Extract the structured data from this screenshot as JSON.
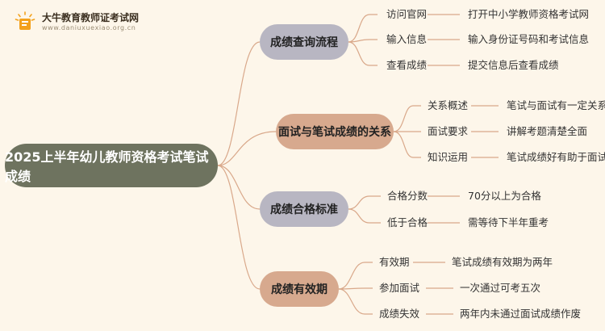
{
  "logo": {
    "name": "大牛教育教师证考试网",
    "url": "www.daniuxuexiao.org.cn"
  },
  "root": "2025上半年幼儿教师资格考试笔试成绩",
  "branches": [
    {
      "label": "成绩查询流程",
      "items": [
        {
          "key": "访问官网",
          "value": "打开中小学教师资格考试网"
        },
        {
          "key": "输入信息",
          "value": "输入身份证号码和考试信息"
        },
        {
          "key": "查看成绩",
          "value": "提交信息后查看成绩"
        }
      ]
    },
    {
      "label": "面试与笔试成绩的关系",
      "items": [
        {
          "key": "关系概述",
          "value": "笔试与面试有一定关系"
        },
        {
          "key": "面试要求",
          "value": "讲解考题清楚全面"
        },
        {
          "key": "知识运用",
          "value": "笔试成绩好有助于面试"
        }
      ]
    },
    {
      "label": "成绩合格标准",
      "items": [
        {
          "key": "合格分数",
          "value": "70分以上为合格"
        },
        {
          "key": "低于合格",
          "value": "需等待下半年重考"
        }
      ]
    },
    {
      "label": "成绩有效期",
      "items": [
        {
          "key": "有效期",
          "value": "笔试成绩有效期为两年"
        },
        {
          "key": "参加面试",
          "value": "一次通过可考五次"
        },
        {
          "key": "成绩失效",
          "value": "两年内未通过面试成绩作废"
        }
      ]
    }
  ]
}
